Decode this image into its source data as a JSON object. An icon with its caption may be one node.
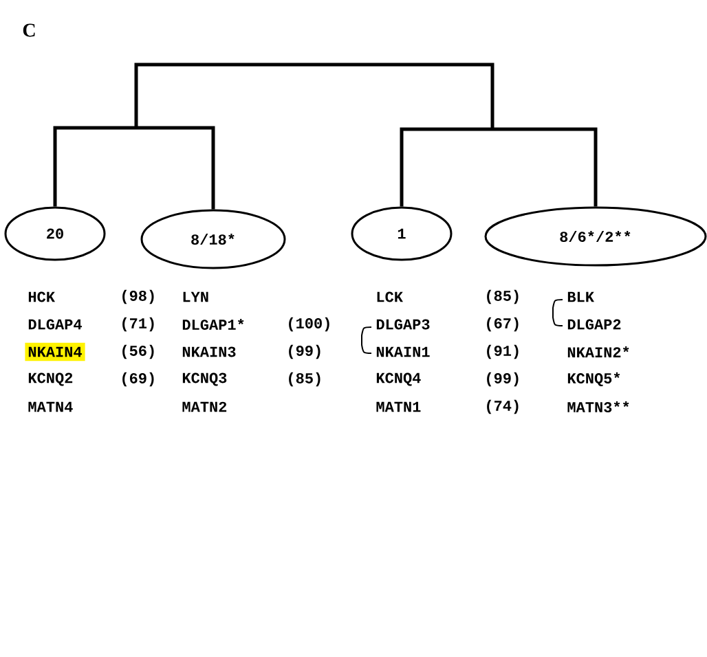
{
  "diagram": {
    "nodes": [
      {
        "text": [
          "20"
        ]
      },
      {
        "text": [
          "8/18*"
        ]
      },
      {
        "text": [
          "1"
        ]
      },
      {
        "text": [
          "8/6*/2**"
        ]
      }
    ],
    "edges": [
      {
        "from": 0,
        "to": 1,
        "arrow": "none"
      },
      {
        "from": 2,
        "to": 3,
        "arrow": "none"
      }
    ],
    "labels": [
      "C",
      "HCK",
      "(98)",
      "LYN",
      "LCK",
      "(85)",
      "BLK",
      "DLGAP4",
      "(71)",
      "DLGAP1*",
      "(100)",
      "DLGAP3",
      "(67)",
      "DLGAP2",
      "NKAIN4",
      "(56)",
      "NKAIN3",
      "(99)",
      "NKAIN1",
      "(91)",
      "NKAIN2*",
      "KCNQ2",
      "(69)",
      "KCNQ3",
      "(85)",
      "KCNQ4",
      "(99)",
      "KCNQ5*",
      "MATN4",
      "MATN2",
      "MATN1",
      "(74)",
      "MATN3**"
    ]
  }
}
